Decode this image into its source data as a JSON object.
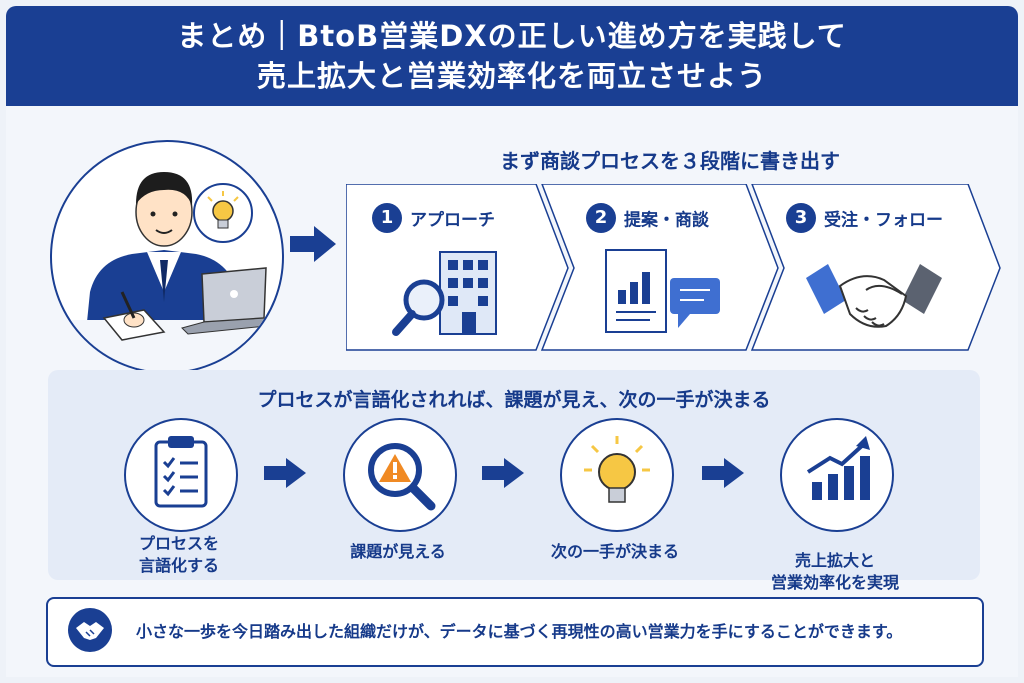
{
  "header": {
    "title_line1": "まとめ｜BtoB営業DXの正しい進め方を実践して",
    "title_line2": "売上拡大と営業効率化を両立させよう"
  },
  "steps": {
    "title": "まず商談プロセスを３段階に書き出す",
    "items": [
      {
        "number": "1",
        "label": "アプローチ",
        "icon": "building-magnifier-icon"
      },
      {
        "number": "2",
        "label": "提案・商談",
        "icon": "document-chart-chat-icon"
      },
      {
        "number": "3",
        "label": "受注・フォロー",
        "icon": "handshake-icon"
      }
    ]
  },
  "flow": {
    "title": "プロセスが言語化されれば、課題が見え、次の一手が決まる",
    "items": [
      {
        "line1": "プロセスを",
        "line2": "言語化する",
        "icon": "clipboard-checklist-icon"
      },
      {
        "line1": "課題が見える",
        "line2": "",
        "icon": "warning-magnifier-icon"
      },
      {
        "line1": "次の一手が決まる",
        "line2": "",
        "icon": "lightbulb-icon"
      },
      {
        "line1": "売上拡大と",
        "line2": "営業効率化を実現",
        "icon": "growth-chart-icon"
      }
    ]
  },
  "footer": {
    "text": "小さな一歩を今日踏み出した組織だけが、データに基づく再現性の高い営業力を手にすることができます。",
    "icon": "handshake-icon"
  },
  "colors": {
    "primary": "#1a3f93",
    "accent_yellow": "#f6c744",
    "panel_bg": "#e4ebf7"
  }
}
